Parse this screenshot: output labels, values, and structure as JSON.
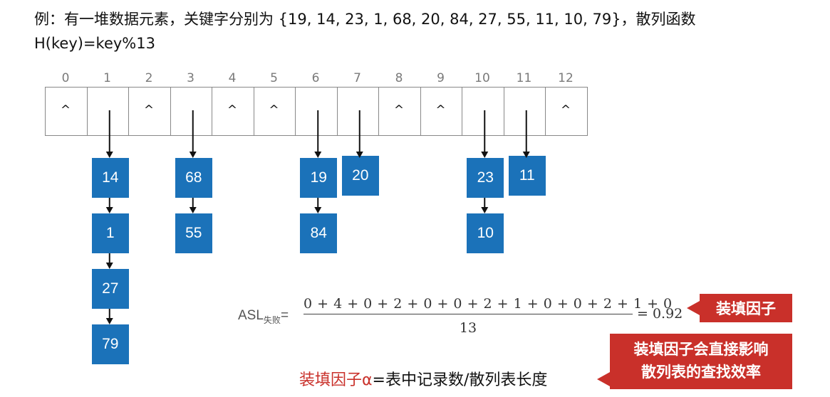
{
  "title": {
    "line1": "例：有一堆数据元素，关键字分别为 {19, 14, 23, 1, 68, 20, 84, 27, 55, 11, 10, 79}，散列函数",
    "line2": "H(key)=key%13"
  },
  "table": {
    "indices": [
      "0",
      "1",
      "2",
      "3",
      "4",
      "5",
      "6",
      "7",
      "8",
      "9",
      "10",
      "11",
      "12"
    ],
    "empty_symbol": "^"
  },
  "chains": [
    {
      "index": 1,
      "nodes": [
        "14",
        "1",
        "27",
        "79"
      ]
    },
    {
      "index": 3,
      "nodes": [
        "68",
        "55"
      ]
    },
    {
      "index": 6,
      "nodes": [
        "19",
        "84"
      ]
    },
    {
      "index": 7,
      "nodes": [
        "20"
      ]
    },
    {
      "index": 10,
      "nodes": [
        "23",
        "10"
      ]
    },
    {
      "index": 11,
      "nodes": [
        "11"
      ]
    }
  ],
  "formula": {
    "lhs": "ASL",
    "lhs_sub": "失败",
    "equals": "=",
    "numerator": "0 + 4 + 0 + 2 + 0 + 0 + 2 + 1 + 0 + 0 + 2 + 1 + 0",
    "denominator": "13",
    "result": "= 0.92"
  },
  "callouts": {
    "load_factor": "装填因子",
    "effect_line1": "装填因子会直接影响",
    "effect_line2": "散列表的查找效率"
  },
  "definition": {
    "red_part": "装填因子α",
    "rest": "=表中记录数/散列表长度"
  },
  "colors": {
    "node": "#1b72b9",
    "accent": "#c9302a"
  }
}
